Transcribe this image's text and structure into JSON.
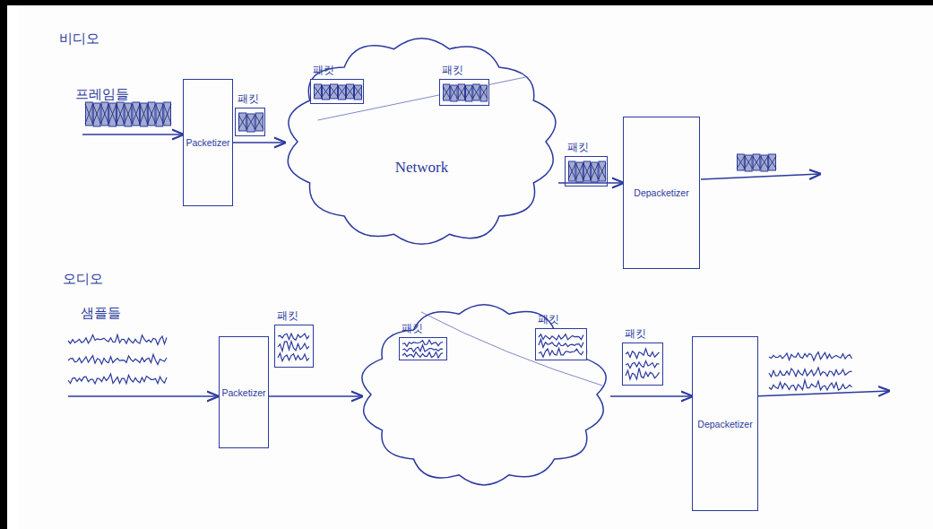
{
  "diagram": {
    "nodes": [
      {
        "text": [
          "Packetizer"
        ]
      },
      {
        "text": [
          "패킷"
        ]
      },
      {
        "text": [
          "Network"
        ]
      },
      {
        "text": [
          "패킷"
        ],
        "in": 2
      },
      {
        "text": [
          "패킷"
        ],
        "in": 2
      },
      {
        "text": [
          "패킷"
        ]
      },
      {
        "text": [
          "Depacketizer"
        ]
      },
      {
        "text": [
          "Packetizer"
        ]
      },
      {
        "text": [
          "패킷"
        ]
      },
      {
        "text": [
          "패킷"
        ]
      },
      {
        "text": [
          "패킷"
        ]
      },
      {
        "text": [
          "패킷"
        ]
      },
      {
        "text": [
          "Depacketizer"
        ]
      }
    ],
    "edges": [
      {
        "from": 0,
        "to": 2,
        "arrow": "to"
      },
      {
        "from": 2,
        "to": 6,
        "arrow": "to"
      }
    ],
    "labels": [
      "비디오",
      "프레임들",
      "오디오",
      "샘플들"
    ]
  }
}
